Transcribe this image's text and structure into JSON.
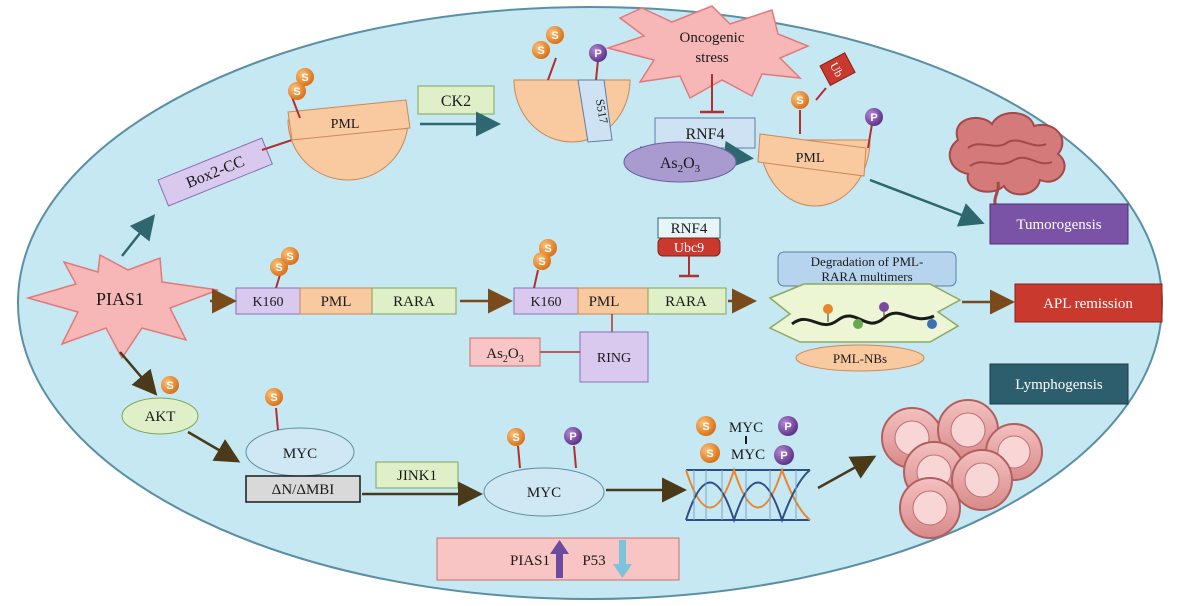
{
  "pias1": "PIAS1",
  "top_pathway": {
    "box2cc": "Box2-CC",
    "pml": "PML",
    "ck2": "CK2",
    "s517": "S517",
    "oncogenic_stress": [
      "Oncogenic",
      "stress"
    ],
    "rnf4": "RNF4",
    "as2o3": {
      "base": "As",
      "sub1": "2",
      "mid": "O",
      "sub2": "3"
    },
    "ub": "Ub",
    "pml_right": "PML",
    "tumorogenesis": "Tumorogensis"
  },
  "middle_pathway": {
    "k160": "K160",
    "pml": "PML",
    "rara": "RARA",
    "k160_b": "K160",
    "pml_b": "PML",
    "rara_b": "RARA",
    "ring": "RING",
    "as2o3": {
      "base": "As",
      "sub1": "2",
      "mid": "O",
      "sub2": "3"
    },
    "rnf4": "RNF4",
    "ubc9": "Ubc9",
    "degradation": [
      "Degradation of PML-",
      "RARA multimers"
    ],
    "pml_nbs": "PML-NBs",
    "apl_remission": "APL remission"
  },
  "bottom_pathway": {
    "akt": "AKT",
    "myc": "MYC",
    "dn_dmbi": "ΔN/ΔMBI",
    "jink1": "JINK1",
    "myc_b": "MYC",
    "myc_dna_1": "MYC",
    "myc_dna_2": "MYC",
    "pias1_label": "PIAS1",
    "p53_label": "P53",
    "lymphogenesis": "Lymphogensis"
  },
  "markers": {
    "sumo": "S",
    "phospho": "P"
  },
  "colors": {
    "ellipse_fill": "#c5e8f2",
    "ellipse_stroke": "#5b8fa3",
    "pml_fill": "#f9c9a0",
    "sumo": "#e8862a",
    "phospho": "#7b4aa0",
    "box_green": "#dff0c8",
    "box_purple": "#d9c9ee",
    "outcome_purple": "#7a52a6",
    "outcome_red": "#c9392e",
    "outcome_teal": "#2d5e6e",
    "arrow_teal": "#2e6770",
    "arrow_brown": "#7a4a1a",
    "arrow_dark": "#4a3a1a"
  }
}
